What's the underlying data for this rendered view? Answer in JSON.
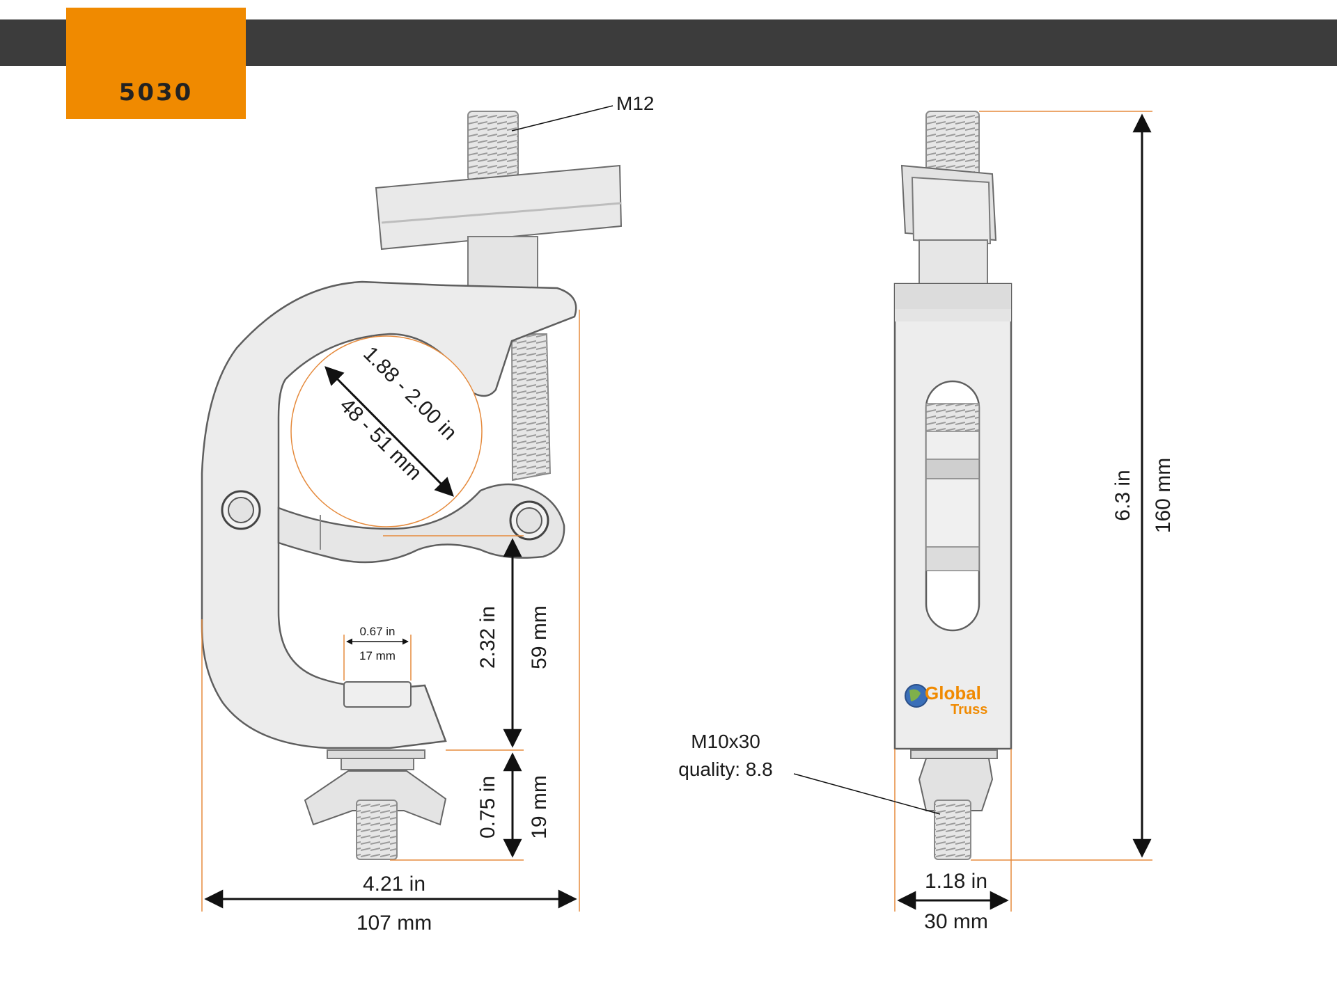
{
  "header": {
    "product_code": "5030",
    "bar_color": "#3c3c3c",
    "tab_color": "#f08a00"
  },
  "colors": {
    "dimension_line": "#e58a3c",
    "arrow": "#111111",
    "part_fill": "#e8e8e8",
    "part_stroke": "#6a6a6a"
  },
  "front_view": {
    "bolt_label": "M12",
    "tube_dim_in": "1.88 - 2.00 in",
    "tube_dim_mm": "48 - 51 mm",
    "slot_in": "0.67 in",
    "slot_mm": "17 mm",
    "height_in": "2.32 in",
    "height_mm": "59 mm",
    "wing_in": "0.75 in",
    "wing_mm": "19 mm",
    "width_in": "4.21 in",
    "width_mm": "107 mm"
  },
  "side_view": {
    "bolt_label_line1": "M10x30",
    "bolt_label_line2": "quality: 8.8",
    "height_in": "6.3 in",
    "height_mm": "160 mm",
    "width_in": "1.18 in",
    "width_mm": "30 mm",
    "logo_line1": "Global",
    "logo_line2": "Truss"
  }
}
